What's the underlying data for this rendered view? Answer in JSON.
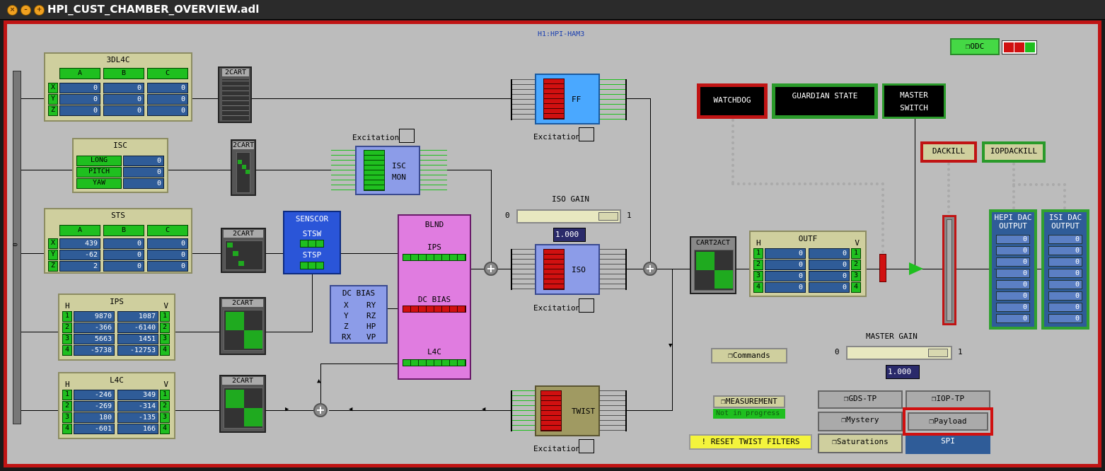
{
  "window": {
    "title": "HPI_CUST_CHAMBER_OVERVIEW.adl"
  },
  "header": {
    "chamber": "H1:HPI-HAM3"
  },
  "odc": {
    "label": "ODC",
    "colors": [
      "#d01010",
      "#d01010",
      "#1fbf1f"
    ]
  },
  "dl4c": {
    "title": "3DL4C",
    "cols": [
      "A",
      "B",
      "C"
    ],
    "rows": [
      {
        "label": "X",
        "values": [
          "0",
          "0",
          "0"
        ]
      },
      {
        "label": "Y",
        "values": [
          "0",
          "0",
          "0"
        ]
      },
      {
        "label": "Z",
        "values": [
          "0",
          "0",
          "0"
        ]
      }
    ]
  },
  "isc": {
    "title": "ISC",
    "rows": [
      {
        "label": "LONG",
        "value": "0"
      },
      {
        "label": "PITCH",
        "value": "0"
      },
      {
        "label": "YAW",
        "value": "0"
      }
    ]
  },
  "sts": {
    "title": "STS",
    "cols": [
      "A",
      "B",
      "C"
    ],
    "rows": [
      {
        "label": "X",
        "values": [
          "439",
          "0",
          "0"
        ]
      },
      {
        "label": "Y",
        "values": [
          "-62",
          "0",
          "0"
        ]
      },
      {
        "label": "Z",
        "values": [
          "2",
          "0",
          "0"
        ]
      }
    ]
  },
  "ips": {
    "title": "IPS",
    "h": "H",
    "v": "V",
    "rows": [
      {
        "n": "1",
        "h": "9870",
        "v": "1087"
      },
      {
        "n": "2",
        "h": "-366",
        "v": "-6140"
      },
      {
        "n": "3",
        "h": "5663",
        "v": "1451"
      },
      {
        "n": "4",
        "h": "-5738",
        "v": "-12753"
      }
    ]
  },
  "l4c": {
    "title": "L4C",
    "h": "H",
    "v": "V",
    "rows": [
      {
        "n": "1",
        "h": "-246",
        "v": "349"
      },
      {
        "n": "2",
        "h": "-269",
        "v": "-314"
      },
      {
        "n": "3",
        "h": "180",
        "v": "-135"
      },
      {
        "n": "4",
        "h": "-601",
        "v": "166"
      }
    ]
  },
  "cart": {
    "label": "2CART"
  },
  "senscor": {
    "title": "SENSCOR",
    "stsw": "STSW",
    "stsp": "STSP"
  },
  "dcbias": {
    "title": "DC BIAS",
    "items": [
      "X",
      "RY",
      "Y",
      "RZ",
      "Z",
      "HP",
      "RX",
      "VP"
    ]
  },
  "blnd": {
    "title": "BLND",
    "ips": "IPS",
    "dcbias": "DC BIAS",
    "l4c": "L4C"
  },
  "excitation": "Excitation",
  "isc_mon": {
    "l1": "ISC",
    "l2": "MON"
  },
  "ff": {
    "label": "FF"
  },
  "iso": {
    "label": "ISO",
    "gain_title": "ISO GAIN",
    "min": "0",
    "max": "1",
    "value": "1.000"
  },
  "twist": {
    "label": "TWIST"
  },
  "cart2act": {
    "label": "CART2ACT"
  },
  "outf": {
    "title": "OUTF",
    "h": "H",
    "v": "V",
    "rows": [
      {
        "n": "1",
        "h": "0",
        "v": "0"
      },
      {
        "n": "2",
        "h": "0",
        "v": "0"
      },
      {
        "n": "3",
        "h": "0",
        "v": "0"
      },
      {
        "n": "4",
        "h": "0",
        "v": "0"
      }
    ]
  },
  "watchdog": "WATCHDOG",
  "guardian": "GUARDIAN STATE",
  "master_switch": {
    "l1": "MASTER",
    "l2": "SWITCH"
  },
  "dackill": "DACKILL",
  "iopdackill": "IOPDACKILL",
  "master_gain": {
    "title": "MASTER GAIN",
    "min": "0",
    "max": "1",
    "value": "1.000"
  },
  "hepi_dac": {
    "l1": "HEPI DAC",
    "l2": "OUTPUT",
    "values": [
      "0",
      "0",
      "0",
      "0",
      "0",
      "0",
      "0",
      "0"
    ]
  },
  "isi_dac": {
    "l1": "ISI DAC",
    "l2": "OUTPUT",
    "values": [
      "0",
      "0",
      "0",
      "0",
      "0",
      "0",
      "0",
      "0"
    ]
  },
  "commands": "Commands",
  "measurement": {
    "label": "MEASUREMENT",
    "status": "Not in progress"
  },
  "reset_twist": "! RESET TWIST FILTERS",
  "buttons": {
    "gds_tp": "GDS-TP",
    "iop_tp": "IOP-TP",
    "mystery": "Mystery",
    "payload": "Payload",
    "saturations": "Saturations",
    "spi": "SPI"
  },
  "left_bar": "0"
}
